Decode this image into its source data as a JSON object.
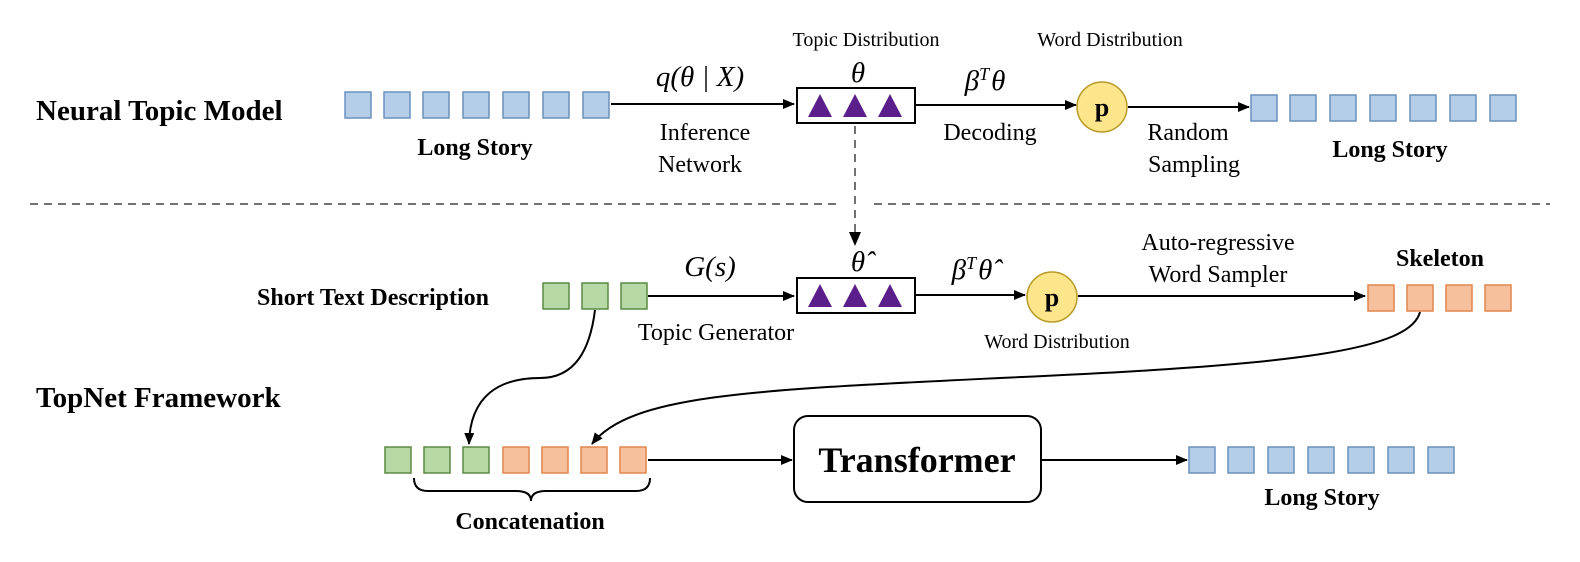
{
  "sections": {
    "ntm_title": "Neural Topic Model",
    "topnet_title": "TopNet Framework"
  },
  "ntm": {
    "input_label": "Long Story",
    "q_formula": "q(θ | X)",
    "inference_line1": "Inference",
    "inference_line2": "Network",
    "topic_dist_label": "Topic Distribution",
    "theta": "θ",
    "beta_theta": "βTθ",
    "decoding": "Decoding",
    "word_dist_label": "Word Distribution",
    "p": "p",
    "random_line1": "Random",
    "random_line2": "Sampling",
    "output_label": "Long Story"
  },
  "topnet": {
    "short_text": "Short Text Description",
    "g_formula": "G(s)",
    "topic_generator": "Topic Generator",
    "theta_hat": "θ̂",
    "beta_theta_hat": "βTθ̂",
    "p": "p",
    "word_dist_label": "Word Distribution",
    "sampler_line1": "Auto-regressive",
    "sampler_line2": "Word Sampler",
    "skeleton": "Skeleton",
    "concatenation": "Concatenation",
    "transformer": "Transformer",
    "output_label": "Long Story"
  },
  "colors": {
    "blue_token": "#b4cde9",
    "green_token": "#b6d8a4",
    "orange_token": "#f7c09d",
    "triangle": "#5b1f8c",
    "p_node": "#fde58c"
  }
}
